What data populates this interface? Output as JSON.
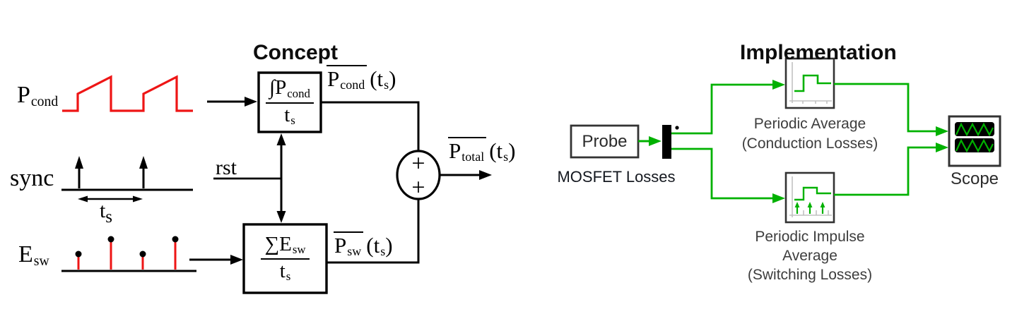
{
  "syntax": {
    "open": "(",
    "close": ")"
  },
  "colors": {
    "signal_red": "#ee1515",
    "wire_green": "#00b100",
    "ink_black": "#000000",
    "block_gray": "#333333",
    "axis_gray": "#c2c2c2",
    "caption_gray": "#3d3d3d",
    "title_black": "#0d0d0d"
  },
  "concept": {
    "title": "Concept",
    "signals": {
      "pcond": {
        "base": "P",
        "sub": "cond"
      },
      "sync": "sync",
      "ts": {
        "base": "t",
        "sub": "s"
      },
      "esw": {
        "base": "E",
        "sub": "sw"
      }
    },
    "rst": "rst",
    "integrator": {
      "num_prefix": "∫",
      "num_base": "P",
      "num_sub": "cond",
      "den_base": "t",
      "den_sub": "s"
    },
    "accumulator": {
      "num_prefix": "∑",
      "num_base": "E",
      "num_sub": "sw",
      "den_base": "t",
      "den_sub": "s"
    },
    "adder": {
      "plus_top": "+",
      "plus_bottom": "+"
    },
    "outputs": {
      "pcond_avg": {
        "base": "P",
        "sub": "cond",
        "arg_base": "t",
        "arg_sub": "s"
      },
      "psw_avg": {
        "base": "P",
        "sub": "sw",
        "arg_base": "t",
        "arg_sub": "s"
      },
      "ptotal_avg": {
        "base": "P",
        "sub": "total",
        "arg_base": "t",
        "arg_sub": "s"
      }
    }
  },
  "implementation": {
    "title": "Implementation",
    "probe": {
      "label": "Probe",
      "caption": "MOSFET Losses"
    },
    "periodic_average": {
      "line1": "Periodic Average",
      "line2": "(Conduction Losses)"
    },
    "periodic_impulse_average": {
      "line1": "Periodic Impulse",
      "line2": "Average",
      "line3": "(Switching Losses)"
    },
    "scope": {
      "label": "Scope"
    }
  }
}
